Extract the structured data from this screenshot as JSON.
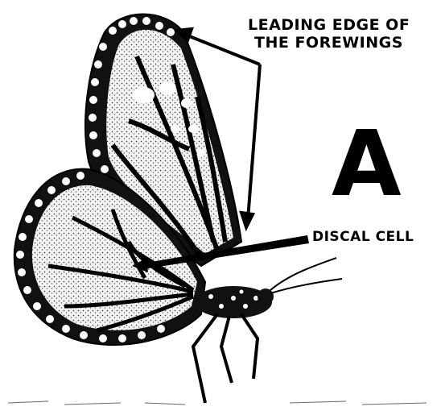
{
  "labels": {
    "leading_edge_line1": "LEADING EDGE OF",
    "leading_edge_line2": "THE FOREWINGS",
    "discal_cell": "DISCAL CELL",
    "panel_letter": "A"
  },
  "colors": {
    "ink": "#000000",
    "wing_fill": "#e6e6e6",
    "spot": "#ffffff",
    "background": "#ffffff"
  }
}
